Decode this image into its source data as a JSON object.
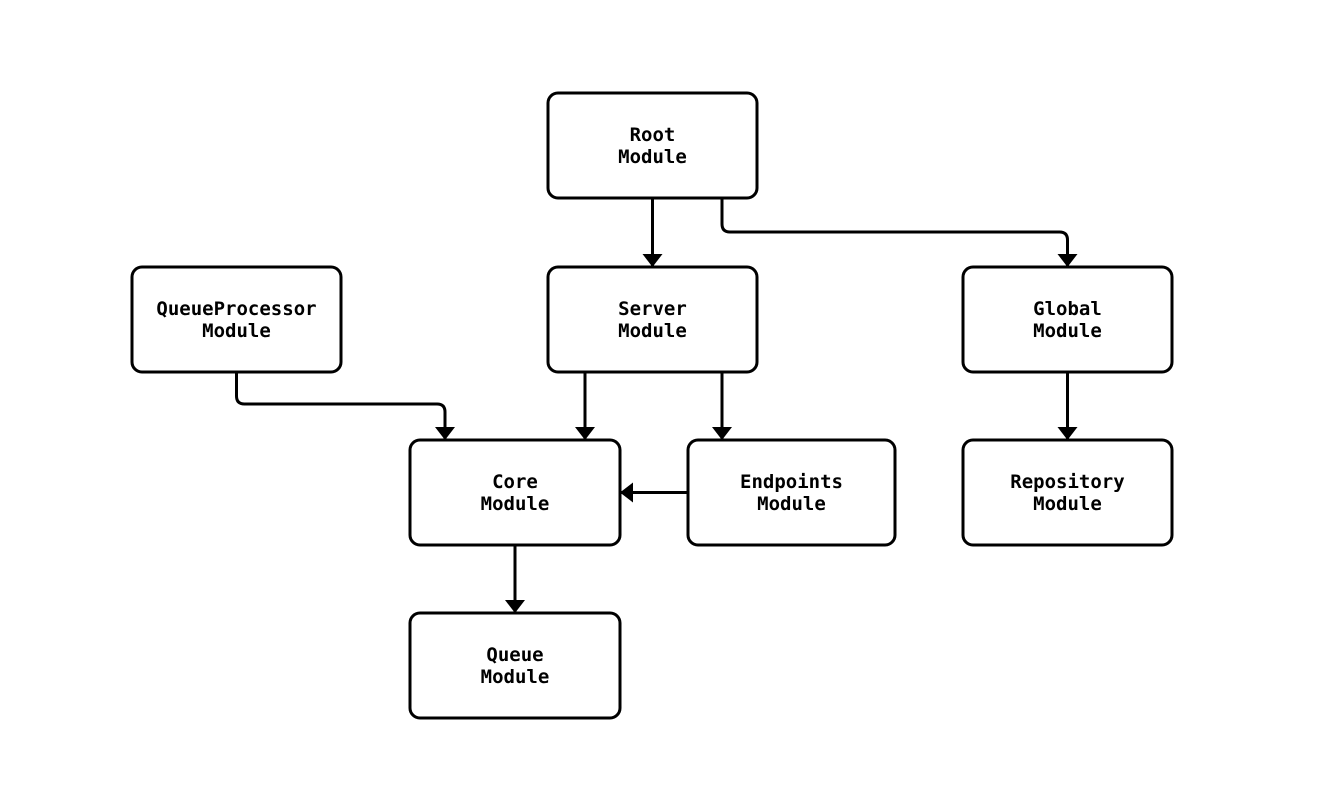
{
  "diagram": {
    "background_color": "#ffffff",
    "node_fill_color": "#ffffff",
    "node_border_color": "#000000",
    "edge_color": "#000000",
    "text_color": "#000000",
    "nodes": [
      {
        "id": "root-module",
        "line1": "Root",
        "line2": "Module"
      },
      {
        "id": "queueprocessor-module",
        "line1": "QueueProcessor",
        "line2": "Module"
      },
      {
        "id": "server-module",
        "line1": "Server",
        "line2": "Module"
      },
      {
        "id": "global-module",
        "line1": "Global",
        "line2": "Module"
      },
      {
        "id": "core-module",
        "line1": "Core",
        "line2": "Module"
      },
      {
        "id": "endpoints-module",
        "line1": "Endpoints",
        "line2": "Module"
      },
      {
        "id": "repository-module",
        "line1": "Repository",
        "line2": "Module"
      },
      {
        "id": "queue-module",
        "line1": "Queue",
        "line2": "Module"
      }
    ],
    "edges": [
      {
        "from": "Root Module",
        "to": "Server Module"
      },
      {
        "from": "Root Module",
        "to": "Global Module"
      },
      {
        "from": "QueueProcessor Module",
        "to": "Core Module"
      },
      {
        "from": "Server Module",
        "to": "Core Module"
      },
      {
        "from": "Server Module",
        "to": "Endpoints Module"
      },
      {
        "from": "Endpoints Module",
        "to": "Core Module"
      },
      {
        "from": "Global Module",
        "to": "Repository Module"
      },
      {
        "from": "Core Module",
        "to": "Queue Module"
      }
    ]
  }
}
